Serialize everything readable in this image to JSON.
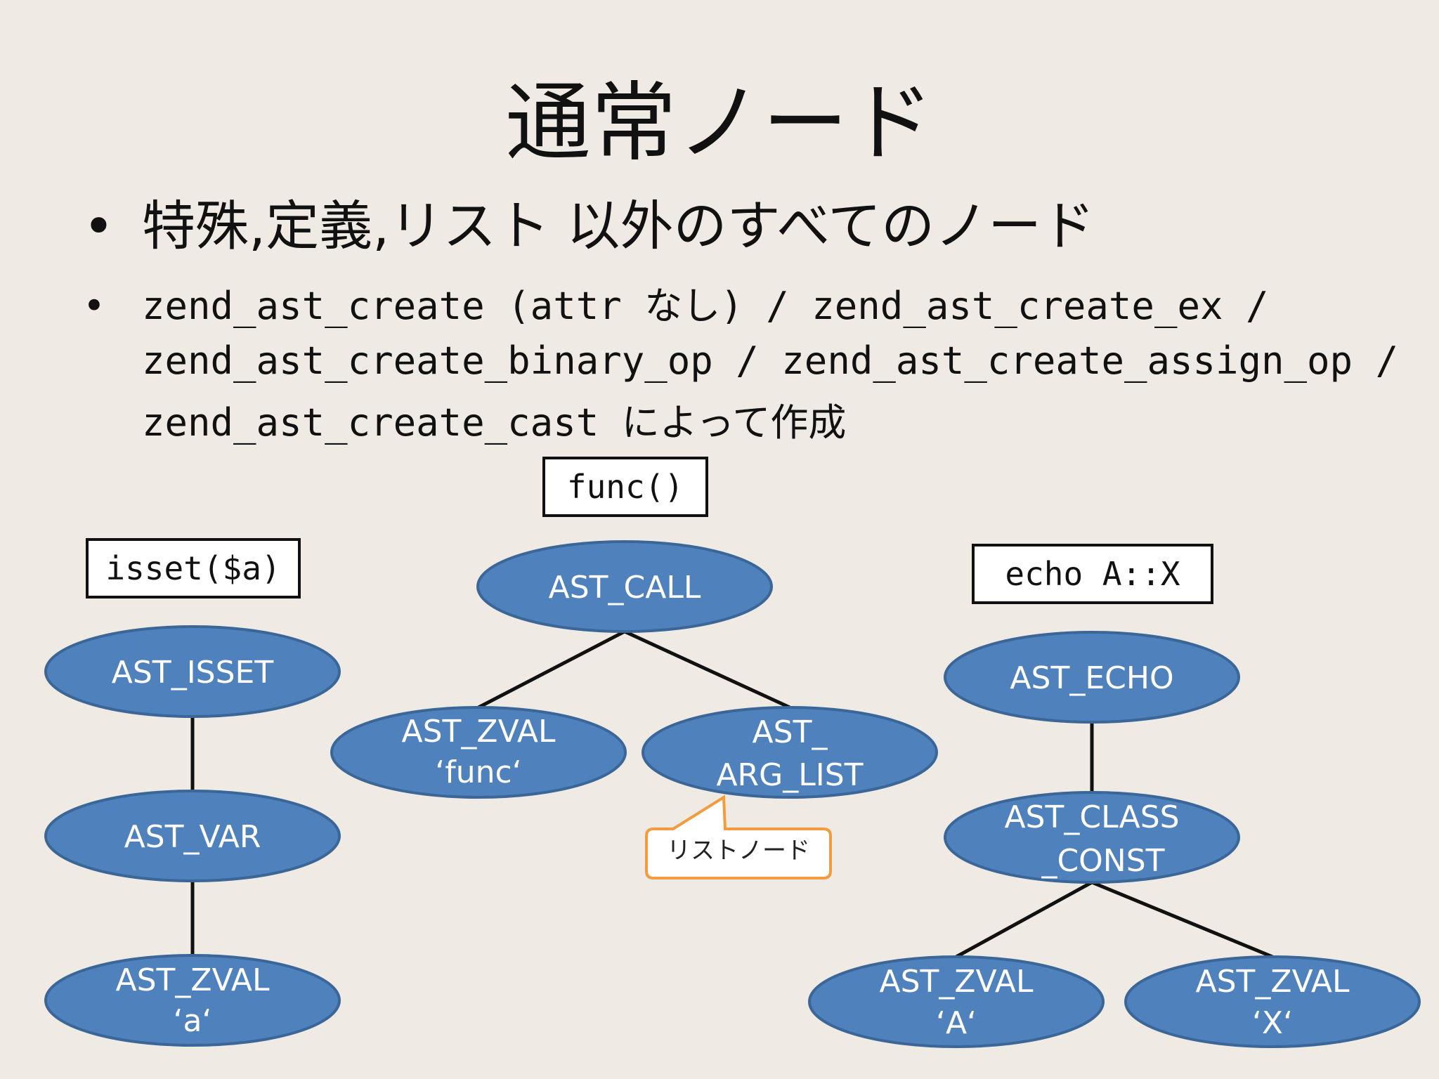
{
  "title": "通常ノード",
  "bullets": {
    "first": {
      "marker": "•",
      "text": "特殊,定義,リスト 以外のすべてのノード"
    },
    "second": {
      "marker": "•",
      "line1": "zend_ast_create (attr なし) / zend_ast_create_ex /",
      "line2": "zend_ast_create_binary_op / zend_ast_create_assign_op /",
      "line3": "zend_ast_create_cast によって作成"
    }
  },
  "code_labels": {
    "isset": "isset($a)",
    "func": "func()",
    "echo": "echo A::X"
  },
  "nodes": {
    "ast_isset": "AST_ISSET",
    "ast_var": "AST_VAR",
    "ast_zval_a": {
      "line1": "AST_ZVAL",
      "line2": "‘a‘"
    },
    "ast_call": "AST_CALL",
    "ast_zval_func": {
      "line1": "AST_ZVAL",
      "line2": "‘func‘"
    },
    "ast_arg_list": {
      "line1": "AST_",
      "line2": "ARG_LIST"
    },
    "ast_echo": "AST_ECHO",
    "ast_class_const": {
      "line1": "AST_CLASS",
      "line2": "_CONST"
    },
    "ast_zval_A": {
      "line1": "AST_ZVAL",
      "line2": "‘A‘"
    },
    "ast_zval_X": {
      "line1": "AST_ZVAL",
      "line2": "‘X‘"
    }
  },
  "callout": "リストノード",
  "colors": {
    "background": "#efebe4",
    "node_fill": "#4f81bd",
    "node_stroke": "#3b6698",
    "callout_border": "#f39c3f"
  }
}
